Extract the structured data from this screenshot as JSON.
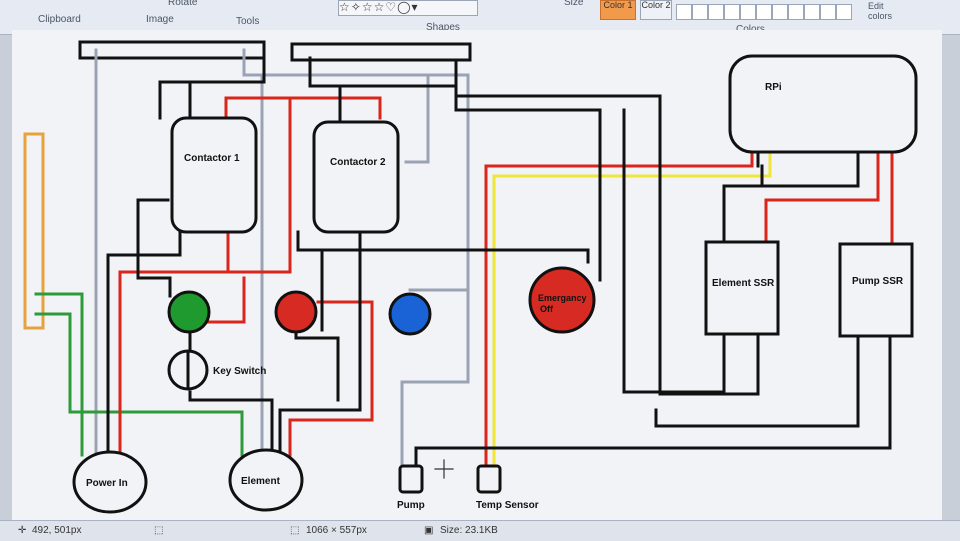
{
  "toolbar": {
    "clipboard": "Clipboard",
    "image": "Image",
    "rotate": "Rotate",
    "tools": "Tools",
    "shapes": "Shapes",
    "size": "Size",
    "color1": "Color 1",
    "color2": "Color 2",
    "colors": "Colors",
    "edit_colors": "Edit colors",
    "shape_glyphs": "☆✧☆☆♡◯▾"
  },
  "diagram": {
    "contactor1": "Contactor 1",
    "contactor2": "Contactor 2",
    "rpi": "RPi",
    "element_ssr": "Element SSR",
    "pump_ssr": "Pump SSR",
    "emergency_line1": "Emergancy",
    "emergency_line2": "Off",
    "key_switch": "Key Switch",
    "power_in": "Power In",
    "element": "Element",
    "pump": "Pump",
    "temp_sensor": "Temp Sensor"
  },
  "status": {
    "cursor_pos": "492, 501px",
    "canvas_size": "1066 × 557px",
    "file_size": "Size: 23.1KB"
  },
  "colors": {
    "wire_black": "#111111",
    "wire_red": "#d9261c",
    "wire_grey": "#9aa3b4",
    "wire_green": "#2e9a3a",
    "wire_yellow": "#efe63a",
    "wire_orange": "#e6a23c",
    "light_green": "#1f9a2e",
    "light_red": "#d62a22",
    "light_blue": "#1a63d6"
  }
}
